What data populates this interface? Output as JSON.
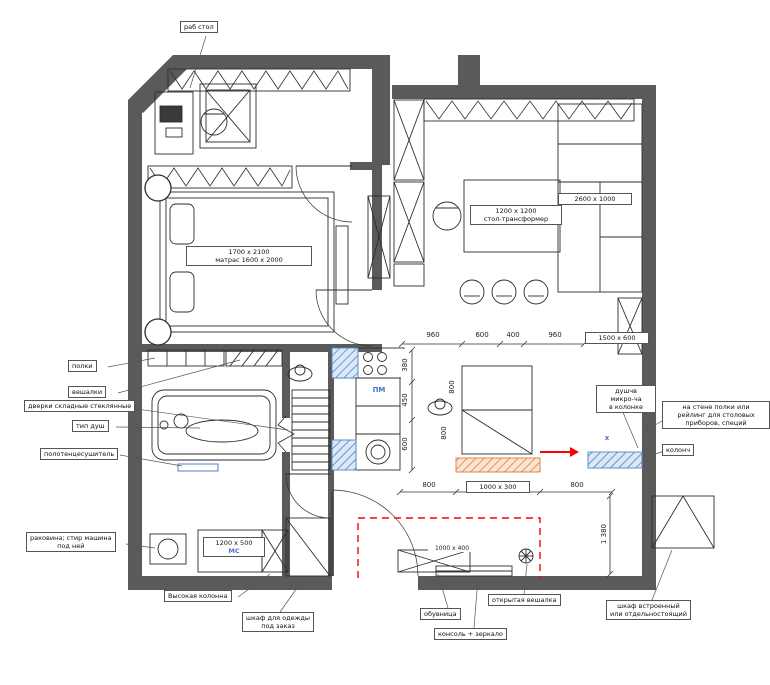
{
  "colors": {
    "wall": "#5a5a5a",
    "accent_blue": "#4472c4",
    "hatch_blue": "#4f86c6",
    "hatch_orange": "#e07b39",
    "red": "#ff0000"
  },
  "labels": {
    "rab_stol": "раб стол",
    "polki": "полки",
    "veshalki": "вешалки",
    "dverki": "дверки складные стеклянные",
    "tip_dush": "тип душ",
    "polotence": "полотенцесушитель",
    "rakovina_1": "раковина; стир машина",
    "rakovina_2": "под ней",
    "vysokaya": "Высокая колонна",
    "shkaf_odezhdy_1": "шкаф для одежды",
    "shkaf_odezhdy_2": "под заказ",
    "obuvnitsa": "обувница",
    "konsol": "консоль + зеркало",
    "otkrytaya": "открытая вешалка",
    "shkaf_vstroen_1": "шкаф встроенный",
    "shkaf_vstroen_2": "или отдельностоящий",
    "dushch_1": "душчв",
    "dushch_2": "микро-ча",
    "dushch_3": "в колонке",
    "wall_note_1": "на стене полки или",
    "wall_note_2": "рейлинг для столовых",
    "wall_note_3": "приборов, специй",
    "kolonch": "колонч",
    "pm": "ПМ",
    "mc": "МС",
    "x_mark": "х"
  },
  "furniture": {
    "bed_1": "1700 x 2100",
    "bed_2": "матрас 1600 x 2000",
    "table_1": "1200 x 1200",
    "table_2": "стол-трансформер",
    "sofa": "2600 x 1000",
    "shelf": "1500 x 600",
    "washer": "1200 x 500",
    "rack": "1000 x 400",
    "console": "1000 x 300"
  },
  "dims": {
    "top": [
      "960",
      "600",
      "400",
      "960"
    ],
    "kitchen": [
      "380",
      "450",
      "600"
    ],
    "island": [
      "800",
      "800"
    ],
    "hall_left": "800",
    "hall_right": "800",
    "entry": "1 380"
  }
}
